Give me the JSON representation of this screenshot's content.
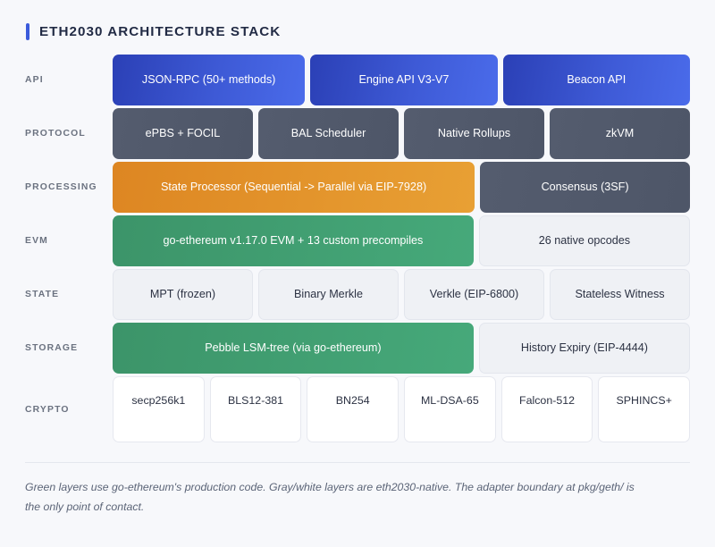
{
  "header": {
    "title": "ETH2030 ARCHITECTURE STACK",
    "accent_color": "#3B5BDB"
  },
  "stack": {
    "rows": [
      {
        "label": "API",
        "style": "c-blue",
        "cells": [
          {
            "text": "JSON-RPC (50+ methods)",
            "flex": 34
          },
          {
            "text": "Engine API V3-V7",
            "flex": 33
          },
          {
            "text": "Beacon API",
            "flex": 33
          }
        ]
      },
      {
        "label": "PROTOCOL",
        "style": "c-slate",
        "cells": [
          {
            "text": "ePBS + FOCIL",
            "flex": 25
          },
          {
            "text": "BAL Scheduler",
            "flex": 25
          },
          {
            "text": "Native Rollups",
            "flex": 25
          },
          {
            "text": "zkVM",
            "flex": 25
          }
        ]
      },
      {
        "label": "PROCESSING",
        "style": "",
        "cells": [
          {
            "text": "State Processor (Sequential -> Parallel via EIP-7928)",
            "flex": 64,
            "style": "c-orange"
          },
          {
            "text": "Consensus (3SF)",
            "flex": 36,
            "style": "c-slate"
          }
        ]
      },
      {
        "label": "EVM",
        "style": "",
        "cells": [
          {
            "text": "go-ethereum v1.17.0 EVM + 13 custom precompiles",
            "flex": 64,
            "style": "c-green"
          },
          {
            "text": "26 native opcodes",
            "flex": 36,
            "style": "c-light"
          }
        ]
      },
      {
        "label": "STATE",
        "style": "c-light",
        "cells": [
          {
            "text": "MPT (frozen)",
            "flex": 25
          },
          {
            "text": "Binary Merkle",
            "flex": 25
          },
          {
            "text": "Verkle (EIP-6800)",
            "flex": 25
          },
          {
            "text": "Stateless Witness",
            "flex": 25
          }
        ]
      },
      {
        "label": "STORAGE",
        "style": "",
        "cells": [
          {
            "text": "Pebble LSM-tree (via go-ethereum)",
            "flex": 64,
            "style": "c-green"
          },
          {
            "text": "History Expiry (EIP-4444)",
            "flex": 36,
            "style": "c-light"
          }
        ]
      },
      {
        "label": "CRYPTO",
        "style": "c-white",
        "cells": [
          {
            "text": "secp256k1",
            "flex": 16.6
          },
          {
            "text": "BLS12-381",
            "flex": 16.6
          },
          {
            "text": "BN254",
            "flex": 16.6
          },
          {
            "text": "ML-DSA-65",
            "flex": 16.6
          },
          {
            "text": "Falcon-512",
            "flex": 16.6
          },
          {
            "text": "SPHINCS+",
            "flex": 16.6
          }
        ]
      }
    ]
  },
  "footer": {
    "note": "Green layers use go-ethereum's production code. Gray/white layers are eth2030-native. The adapter boundary at pkg/geth/ is the only point of contact."
  }
}
